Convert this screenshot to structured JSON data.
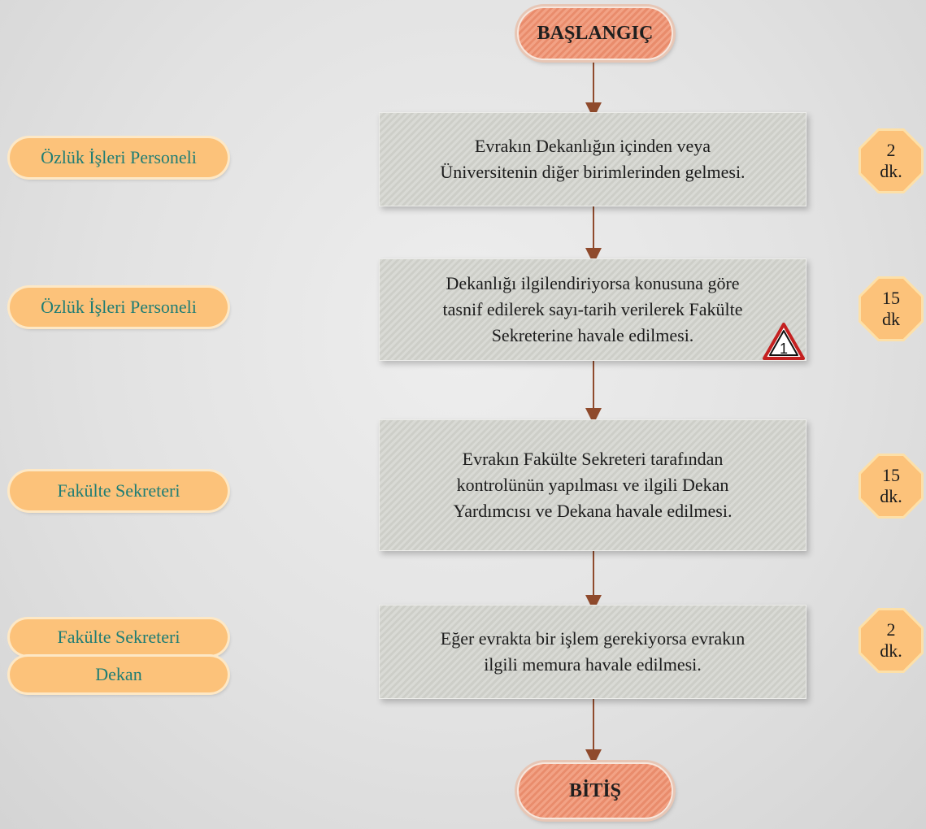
{
  "start": "BAŞLANGIÇ",
  "end": "BİTİŞ",
  "steps": [
    {
      "text": "Evrakın Dekanlığın içinden veya\nÜniversitenin diğer birimlerinden gelmesi.",
      "roles": [
        "Özlük İşleri Personeli"
      ],
      "duration": "2\ndk."
    },
    {
      "text": "Dekanlığı ilgilendiriyorsa konusuna göre\ntasnif edilerek sayı-tarih verilerek Fakülte\nSekreterine havale edilmesi.",
      "roles": [
        "Özlük İşleri Personeli"
      ],
      "duration": "15\ndk",
      "warning": "1"
    },
    {
      "text": "Evrakın Fakülte Sekreteri tarafından\nkontrolünün yapılması ve ilgili Dekan\nYardımcısı ve Dekana havale edilmesi.",
      "roles": [
        "Fakülte Sekreteri"
      ],
      "duration": "15\ndk."
    },
    {
      "text": "Eğer evrakta bir işlem gerekiyorsa evrakın\nilgili memura havale edilmesi.",
      "roles": [
        "Fakülte Sekreteri",
        "Dekan"
      ],
      "duration": "2\ndk."
    }
  ]
}
